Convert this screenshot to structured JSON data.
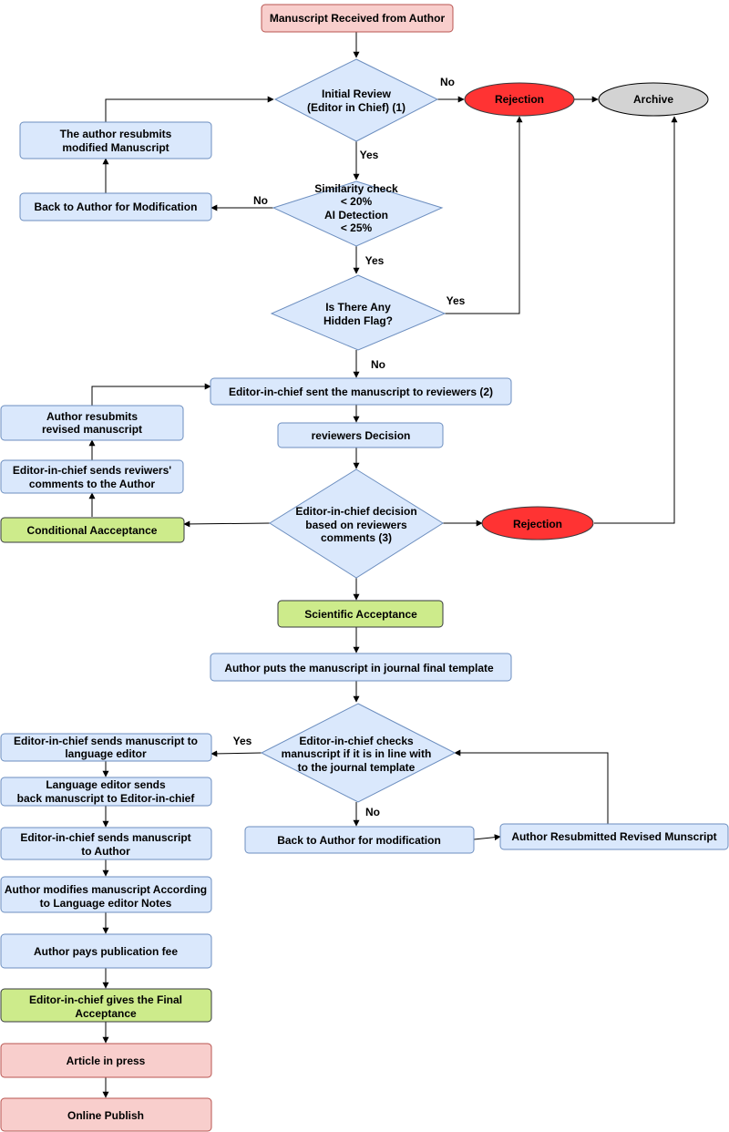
{
  "nodes": {
    "received": [
      "Manuscript Received from Author"
    ],
    "initial_review": [
      "Initial Review",
      "(Editor in Chief) (1)"
    ],
    "rejection1": [
      "Rejection"
    ],
    "archive": [
      "Archive"
    ],
    "author_resubmits1": [
      "The author resubmits",
      "modified Manuscript"
    ],
    "back_modification1": [
      "Back to Author for Modification"
    ],
    "similarity": [
      "Similarity check",
      "< 20%",
      "AI Detection",
      "< 25%"
    ],
    "hidden_flag": [
      "Is There Any",
      "Hidden Flag?"
    ],
    "sent_reviewers": [
      "Editor-in-chief sent the manuscript to reviewers (2)"
    ],
    "author_resubmits2": [
      "Author resubmits",
      "revised manuscript"
    ],
    "reviewers_decision": [
      "reviewers Decision"
    ],
    "sends_comments": [
      "Editor-in-chief sends reviwers'",
      "comments to the Author"
    ],
    "eic_decision": [
      "Editor-in-chief decision",
      "based on reviewers",
      "comments (3)"
    ],
    "conditional": [
      "Conditional Aacceptance"
    ],
    "rejection2": [
      "Rejection"
    ],
    "scientific": [
      "Scientific Acceptance"
    ],
    "final_template": [
      "Author puts the manuscript in journal final template"
    ],
    "lang_editor": [
      "Editor-in-chief  sends manuscript to",
      "language editor"
    ],
    "checks_template": [
      "Editor-in-chief checks",
      "manuscript if it is in line with",
      "to the journal template"
    ],
    "lang_back": [
      "Language editor sends",
      "back manuscript to Editor-in-chief"
    ],
    "sends_author": [
      "Editor-in-chief  sends manuscript",
      "to Author"
    ],
    "back_modification2": [
      "Back to Author for modification"
    ],
    "resubmitted_revised": [
      "Author Resubmitted Revised Munscript"
    ],
    "modifies_lang": [
      "Author modifies manuscript According",
      "to Language editor Notes"
    ],
    "pays_fee": [
      "Author pays publication fee"
    ],
    "final_acceptance": [
      "Editor-in-chief gives the Final",
      "Acceptance"
    ],
    "in_press": [
      "Article in press"
    ],
    "online_publish": [
      "Online Publish"
    ]
  },
  "edge_labels": {
    "initial_no": "No",
    "initial_yes": "Yes",
    "similarity_no": "No",
    "similarity_yes": "Yes",
    "hidden_yes": "Yes",
    "hidden_no": "No",
    "template_yes": "Yes",
    "template_no": "No"
  }
}
